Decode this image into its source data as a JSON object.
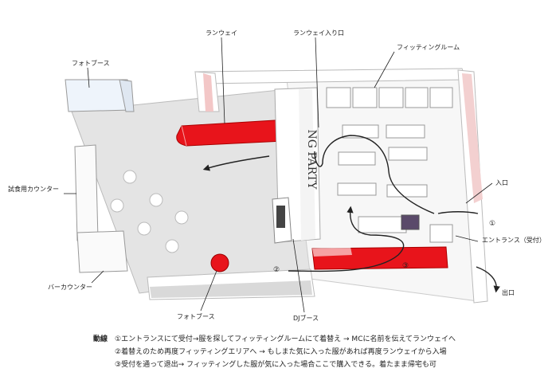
{
  "labels": {
    "photo_booth_top": "フォトブース",
    "runway": "ランウェイ",
    "runway_entrance": "ランウェイ入り口",
    "fitting_room": "フィッティングルーム",
    "tasting_counter": "試食用カウンター",
    "bar_counter": "バーカウンター",
    "photo_booth_bottom": "フォトブース",
    "dj_booth": "DJブース",
    "entrance_in": "入口",
    "entrance_reception": "エントランス（受付）",
    "exit": "出口"
  },
  "markers": {
    "m1": "①",
    "m2": "②",
    "m3": "③"
  },
  "legend": {
    "title": "動線",
    "line1": "①エントランスにて受付→服を探してフィッティングルームにて着替え → MCに名前を伝えてランウェイへ",
    "line2": "②着替えのため再度フィッティングエリアへ → もしまた気に入った服があれば再度ランウェイから入場",
    "line3": "③受付を通って退出→ フィッティングした服が気に入った場合ここで購入できる。着たまま帰宅も可"
  },
  "colors": {
    "runway_red": "#e8141b",
    "floor_gray": "#e6e6e6",
    "wall": "#ffffff"
  }
}
